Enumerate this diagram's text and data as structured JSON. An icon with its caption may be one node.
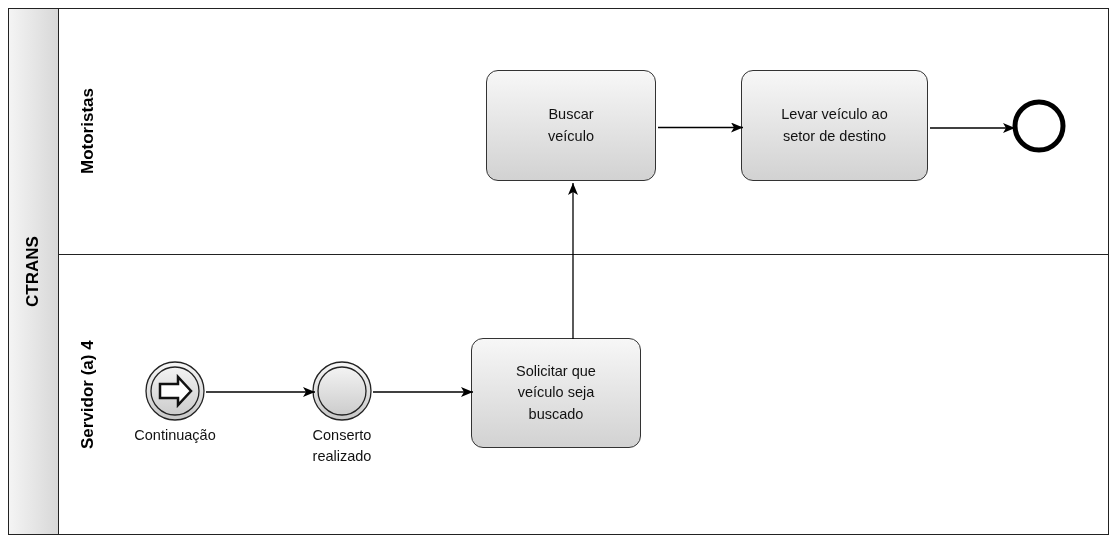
{
  "diagram": {
    "nodes": [
      {
        "text": [
          "CTRANS"
        ]
      },
      {
        "text": [
          "Motoristas"
        ],
        "in": 0
      },
      {
        "text": [
          "Servidor (a) 4"
        ],
        "in": 0
      },
      {
        "text": [
          "Buscar veículo"
        ],
        "in": 1
      },
      {
        "text": [
          "Levar veículo ao setor de destino"
        ],
        "in": 1
      },
      {
        "text": [],
        "shape": "circle",
        "in": 1
      },
      {
        "text": [
          "Continuação"
        ],
        "in": 2
      },
      {
        "text": [
          "Conserto realizado"
        ],
        "in": 2
      },
      {
        "text": [
          "Solicitar que veículo seja buscado"
        ],
        "in": 2
      }
    ],
    "edges": [
      {
        "from": 6,
        "to": 7,
        "arrow": "to"
      },
      {
        "from": 7,
        "to": 8,
        "arrow": "to"
      },
      {
        "from": 8,
        "to": 3,
        "arrow": "to"
      },
      {
        "from": 3,
        "to": 4,
        "arrow": "to"
      },
      {
        "from": 4,
        "to": 5,
        "arrow": "to"
      }
    ]
  }
}
